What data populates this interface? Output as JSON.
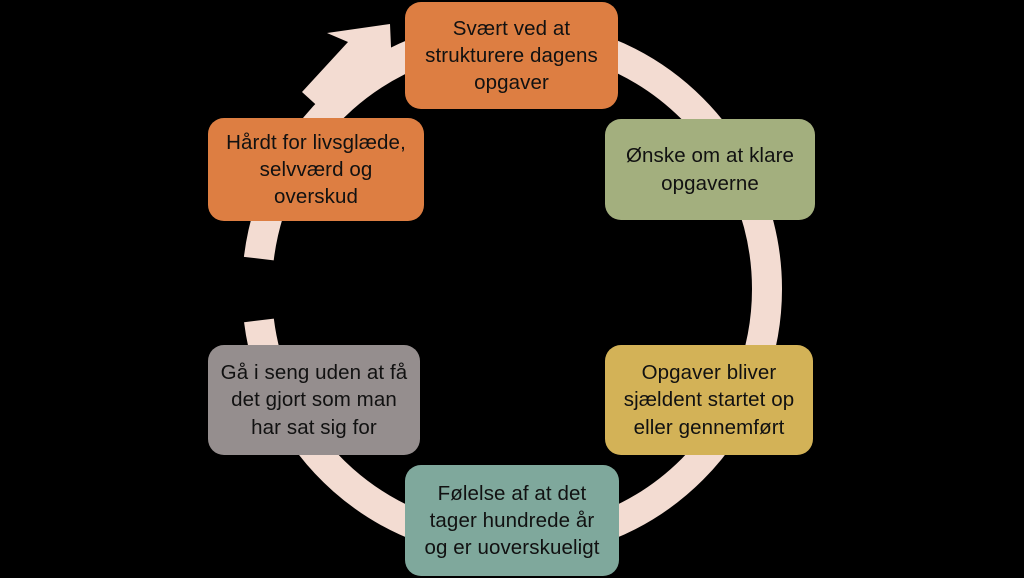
{
  "diagram": {
    "type": "cycle",
    "title": "",
    "background_color": "#000000",
    "ring_color": "#F3DCD2",
    "text_color": "#111111",
    "arrow": {
      "name": "cycle-arrowhead",
      "direction": "clockwise",
      "position": "top-left"
    },
    "nodes": [
      {
        "id": "node-svaert-ved-at-strukturere",
        "label": "Svært ved at\nstrukturere dagens\nopgaver",
        "color": "#DD7E42",
        "position": "top"
      },
      {
        "id": "node-oenske-om-at-klare",
        "label": "Ønske om at klare\nopgaverne",
        "color": "#A3AF7E",
        "position": "upper-right"
      },
      {
        "id": "node-opgaver-bliver-sjaeldent",
        "label": "Opgaver bliver\nsjældent startet op\neller gennemført",
        "color": "#D3B257",
        "position": "lower-right"
      },
      {
        "id": "node-foelelse-af-at-det-tager",
        "label": "Følelse af at det\ntager hundrede år\nog er uoverskueligt",
        "color": "#7FA89C",
        "position": "bottom"
      },
      {
        "id": "node-gaa-i-seng-uden",
        "label": "Gå i seng uden at få\ndet gjort som man\nhar sat sig for",
        "color": "#958E8E",
        "position": "lower-left"
      },
      {
        "id": "node-haardt-for-livsglaede",
        "label": "Hårdt for livsglæde,\nselvværd og\noverskud",
        "color": "#DD7E42",
        "position": "upper-left"
      }
    ]
  }
}
